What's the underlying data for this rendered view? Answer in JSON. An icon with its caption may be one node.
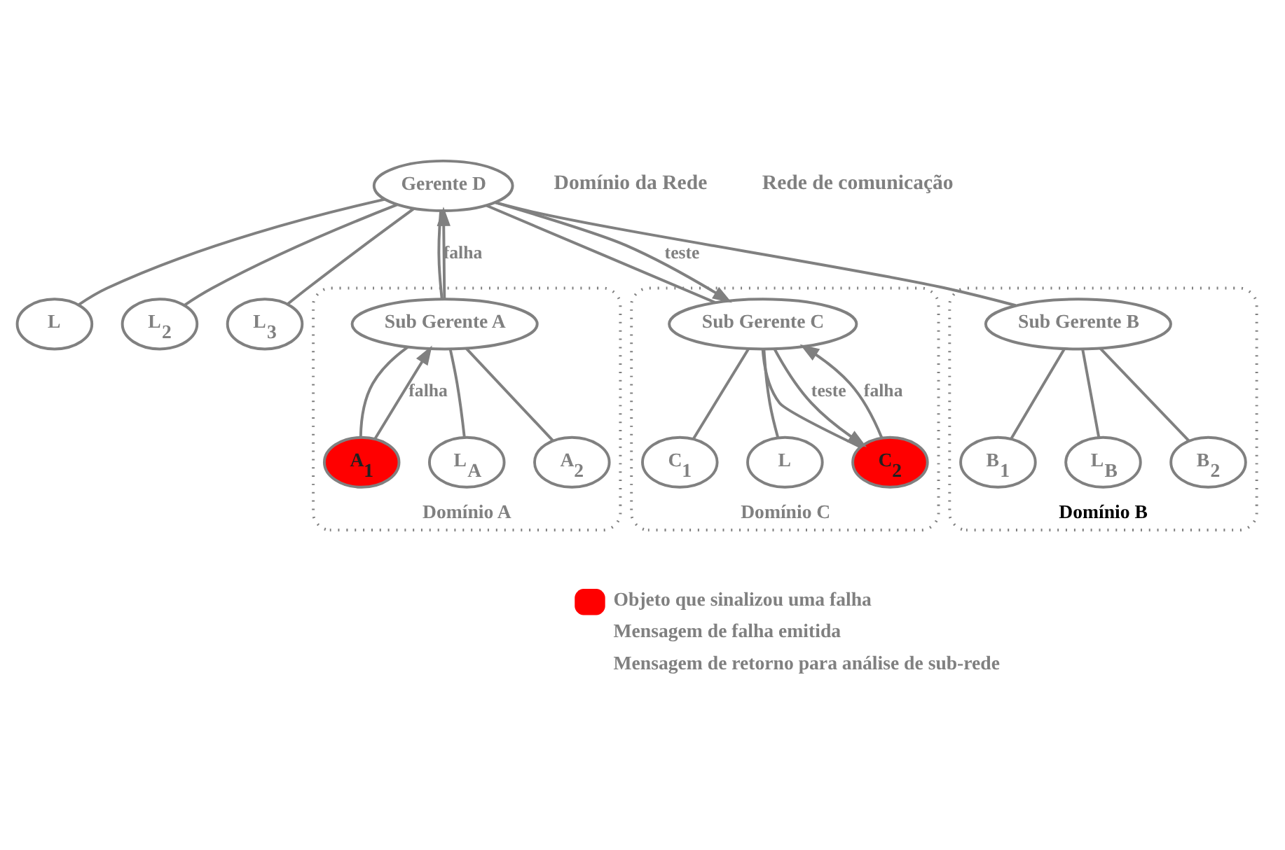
{
  "diagram": {
    "nodes": [
      {
        "text": [
          "Gerente D"
        ]
      },
      {
        "text": [
          "L"
        ]
      },
      {
        "text": [
          "L$_{2}$"
        ]
      },
      {
        "text": [
          "L$_{3}$"
        ]
      },
      {
        "text": [
          "Domínio A"
        ]
      },
      {
        "text": [
          "Sub Gerente A"
        ],
        "in": 4
      },
      {
        "text": [
          "A$_{1}$"
        ],
        "in": 4
      },
      {
        "text": [
          "L$_{A}$"
        ],
        "in": 4
      },
      {
        "text": [
          "A$_{2}$"
        ],
        "in": 4
      },
      {
        "text": [
          "Domínio C"
        ]
      },
      {
        "text": [
          "Sub Gerente C"
        ],
        "in": 9
      },
      {
        "text": [
          "C$_{1}$"
        ],
        "in": 9
      },
      {
        "text": [
          "L"
        ],
        "in": 9
      },
      {
        "text": [
          "C$_{2}$"
        ],
        "in": 9
      },
      {
        "text": [
          "Domínio B"
        ]
      },
      {
        "text": [
          "Sub Gerente B"
        ],
        "in": 14
      },
      {
        "text": [
          "B$_{1}$"
        ],
        "in": 14
      },
      {
        "text": [
          "L$_{B}$"
        ],
        "in": 14
      },
      {
        "text": [
          "B$_{2}$"
        ],
        "in": 14
      }
    ],
    "edges": [
      {
        "from": 0,
        "to": 5,
        "arrow": "none"
      },
      {
        "from": 0,
        "to": 1,
        "arrow": "none"
      },
      {
        "from": 0,
        "to": 2,
        "arrow": "none"
      },
      {
        "from": 0,
        "to": 10,
        "arrow": "none"
      },
      {
        "from": 0,
        "to": 3,
        "arrow": "none"
      },
      {
        "from": 0,
        "to": 15,
        "arrow": "none"
      },
      {
        "from": 5,
        "to": 6,
        "arrow": "none"
      },
      {
        "from": 5,
        "to": 7,
        "arrow": "none"
      },
      {
        "from": 5,
        "to": 8,
        "arrow": "none"
      },
      {
        "from": 10,
        "to": 11,
        "arrow": "none"
      },
      {
        "from": 10,
        "to": 12,
        "arrow": "none"
      },
      {
        "from": 10,
        "to": 13,
        "arrow": "none"
      },
      {
        "from": 15,
        "to": 16,
        "arrow": "none"
      },
      {
        "from": 15,
        "to": 17,
        "arrow": "none"
      },
      {
        "from": 15,
        "to": 18,
        "arrow": "none"
      },
      {
        "from": 5,
        "to": 0,
        "arrow": "to",
        "label": "falha"
      },
      {
        "from": 6,
        "to": 5,
        "arrow": "to",
        "label": "falha"
      },
      {
        "from": 0,
        "to": 10,
        "arrow": "to",
        "label": "teste"
      },
      {
        "from": 10,
        "to": 13,
        "arrow": "to",
        "label": "teste"
      },
      {
        "from": 13,
        "to": 10,
        "arrow": "to",
        "label": "falha"
      }
    ],
    "labels": [
      "Domínio da Rede",
      "Rede de comunicação"
    ],
    "legend": [
      {
        "text": "Objeto que sinalizou uma falha",
        "color": "#ff0000"
      },
      {
        "text": "Mensagem de falha emitida"
      },
      {
        "text": "Mensagem de retorno para análise de sub-rede"
      }
    ]
  }
}
